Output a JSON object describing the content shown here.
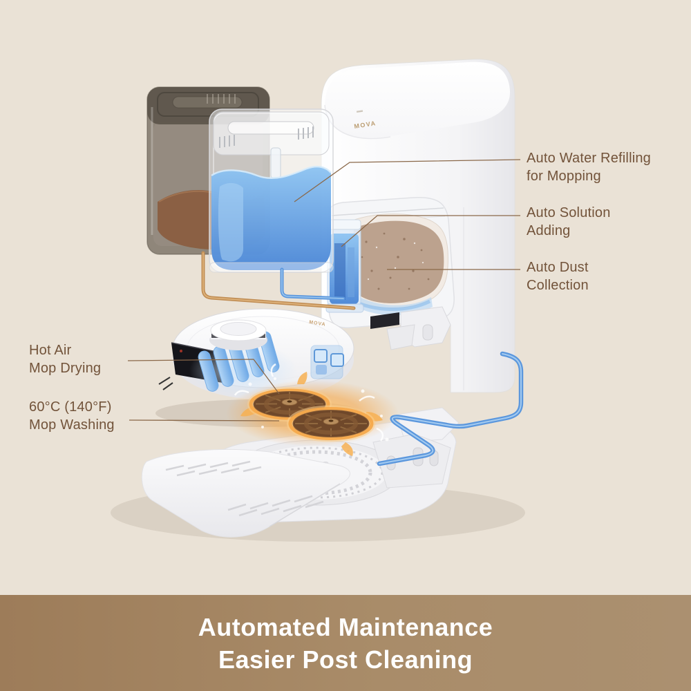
{
  "page": {
    "background": "#eae2d6"
  },
  "brand": {
    "station_logo": "MOVA",
    "robot_logo": "MOVA"
  },
  "callouts": {
    "auto_water": {
      "line1": "Auto Water Refilling",
      "line2": "for Mopping"
    },
    "auto_solution": {
      "line1": "Auto Solution",
      "line2": "Adding"
    },
    "auto_dust": {
      "line1": "Auto Dust",
      "line2": "Collection"
    },
    "hot_air": {
      "line1": "Hot Air",
      "line2": "Mop Drying"
    },
    "mop_washing": {
      "line1": "60°C (140°F)",
      "line2": "Mop Washing"
    }
  },
  "banner": {
    "line1": "Automated Maintenance",
    "line2": "Easier Post Cleaning",
    "text_color": "#ffffff",
    "gradient_left": "#9d7c59",
    "gradient_right": "#ab9070"
  },
  "palette": {
    "label_text": "#72533a",
    "leader_line": "#8a6849",
    "water_blue": "#5b97dd",
    "solution_tube_tan": "#c18e55",
    "mop_pad_brown": "#6f482a",
    "flame_orange": "#f5a94b",
    "dust_brown": "#b69a84"
  }
}
